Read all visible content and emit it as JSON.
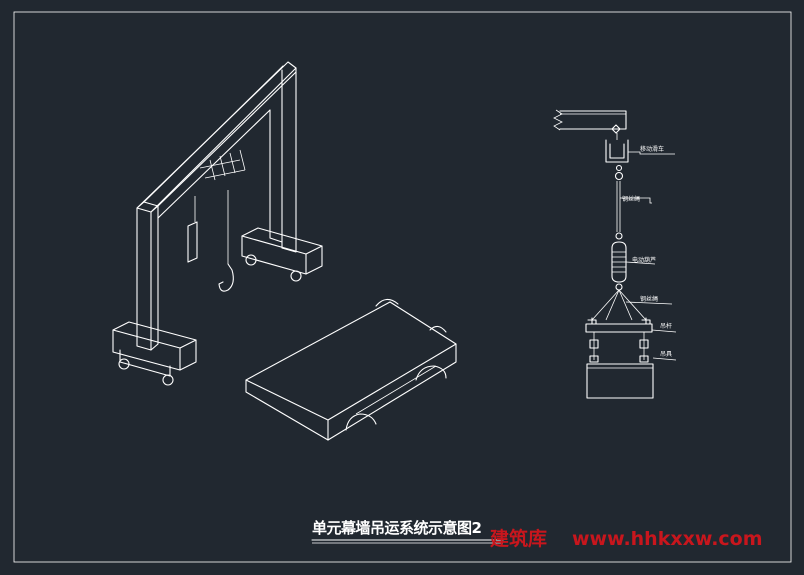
{
  "title": "单元幕墙吊运系统示意图2",
  "watermark": {
    "brand": "建筑库",
    "url": "www.hhkxxw.com",
    "color": "#c8161d"
  },
  "callouts": [
    "移动滑车",
    "钢丝绳",
    "电动葫芦",
    "钢丝绳",
    "吊杆",
    "吊具"
  ],
  "colors": {
    "background": "#212830",
    "line": "#ffffff"
  }
}
